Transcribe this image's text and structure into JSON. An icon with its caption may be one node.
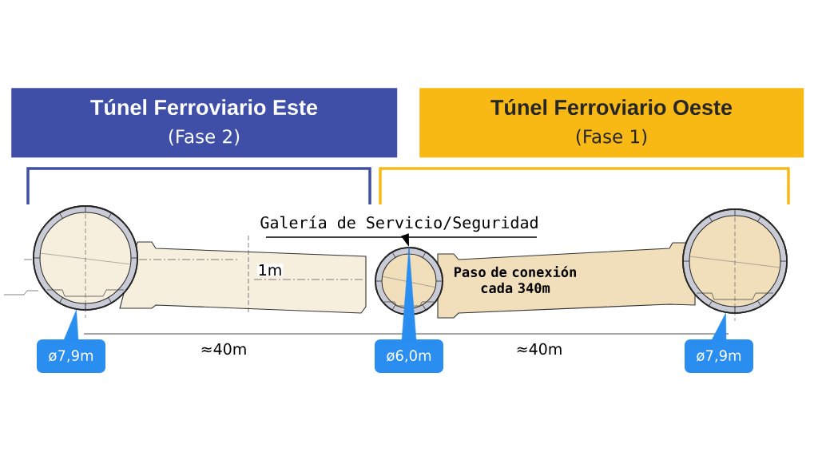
{
  "diagram": {
    "nodes": [
      {
        "text": [
          "Túnel Ferroviario Este",
          "(Fase 2)"
        ]
      },
      {
        "text": [
          "Túnel Ferroviario Oeste",
          "(Fase 1)"
        ]
      },
      {
        "text": [],
        "shape": "circle"
      },
      {
        "text": [],
        "shape": "bar"
      },
      {
        "text": [],
        "shape": "circle"
      },
      {
        "text": [
          "Paso de conexión cada 340m"
        ]
      },
      {
        "text": [],
        "shape": "circle"
      },
      {
        "text": [
          "Galería de Servicio/Seguridad"
        ]
      },
      {
        "text": [
          "ø7,9m"
        ]
      },
      {
        "text": [
          "ø6,0m"
        ]
      },
      {
        "text": [
          "ø7,9m"
        ]
      }
    ],
    "edges": [
      {
        "from": 7,
        "to": 4,
        "arrow": "to"
      },
      {
        "from": 8,
        "to": 2,
        "arrow": "none"
      },
      {
        "from": 9,
        "to": 4,
        "arrow": "none"
      },
      {
        "from": 10,
        "to": 6,
        "arrow": "none"
      }
    ],
    "labels": [
      "1m",
      "≈40m",
      "≈40m"
    ]
  }
}
